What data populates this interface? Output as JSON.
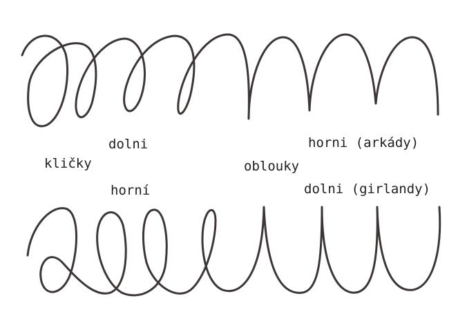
{
  "labels": {
    "klicky": "kličky",
    "dolni_top": "dolni",
    "horni_arkady": "horni (arkády)",
    "oblouky": "oblouky",
    "horni_bottom": "horní",
    "dolni_girlandy": "dolni (girlandy)"
  },
  "colors": {
    "stroke": "#3d3636",
    "text": "#1e1e1e",
    "background": "#ffffff"
  }
}
